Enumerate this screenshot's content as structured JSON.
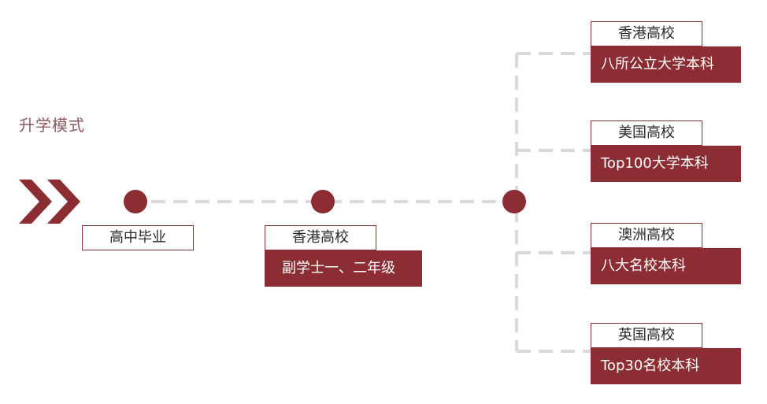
{
  "title": "升学模式",
  "colors": {
    "accent": "#8b2d33",
    "dash": "#d9d9d9",
    "title": "#8a5a62"
  },
  "start": {
    "label": "高中毕业"
  },
  "middle": {
    "school": "香港高校",
    "program": "副学士一、二年级"
  },
  "branches": [
    {
      "school": "香港高校",
      "program": "八所公立大学本科"
    },
    {
      "school": "美国高校",
      "program": "Top100大学本科"
    },
    {
      "school": "澳洲高校",
      "program": "八大名校本科"
    },
    {
      "school": "英国高校",
      "program": "Top30名校本科"
    }
  ]
}
